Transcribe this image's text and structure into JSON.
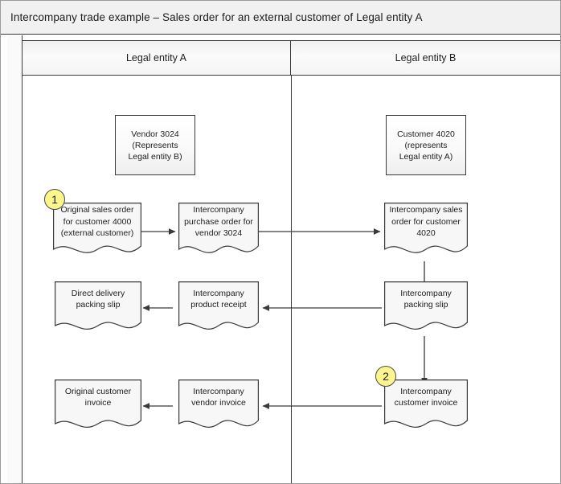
{
  "title": "Intercompany trade example – Sales order for an external customer of Legal entity A",
  "lanes": [
    {
      "label": "Legal entity A"
    },
    {
      "label": "Legal entity B"
    }
  ],
  "entity_boxes": [
    {
      "label": "Vendor 3024\n(Represents\nLegal entity B)"
    },
    {
      "label": "Customer 4020\n(represents\nLegal entity A)"
    }
  ],
  "documents": [
    {
      "label": "Original sales order for customer 4000 (external customer)"
    },
    {
      "label": "Intercompany purchase order for vendor 3024"
    },
    {
      "label": "Intercompany sales order for customer 4020"
    },
    {
      "label": "Direct delivery packing slip"
    },
    {
      "label": "Intercompany product receipt"
    },
    {
      "label": "Intercompany packing slip"
    },
    {
      "label": "Original customer invoice"
    },
    {
      "label": "Intercompany vendor invoice"
    },
    {
      "label": "Intercompany customer invoice"
    }
  ],
  "badges": [
    {
      "number": "1"
    },
    {
      "number": "2"
    }
  ],
  "colors": {
    "badge_fill": "#fdf68c",
    "line": "#3a3a3a",
    "title_background": "#f1f1f1",
    "lane_header_background": "#f4f4f4"
  }
}
